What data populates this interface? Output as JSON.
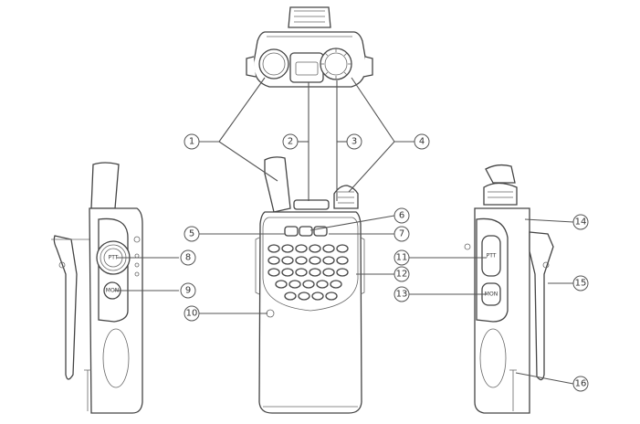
{
  "callouts": [
    {
      "id": "1",
      "label": "1"
    },
    {
      "id": "2",
      "label": "2"
    },
    {
      "id": "3",
      "label": "3"
    },
    {
      "id": "4",
      "label": "4"
    },
    {
      "id": "5",
      "label": "5"
    },
    {
      "id": "6",
      "label": "6"
    },
    {
      "id": "7",
      "label": "7"
    },
    {
      "id": "8",
      "label": "8"
    },
    {
      "id": "9",
      "label": "9"
    },
    {
      "id": "10",
      "label": "10"
    },
    {
      "id": "11",
      "label": "11"
    },
    {
      "id": "12",
      "label": "12"
    },
    {
      "id": "13",
      "label": "13"
    },
    {
      "id": "14",
      "label": "14"
    },
    {
      "id": "15",
      "label": "15"
    },
    {
      "id": "16",
      "label": "16"
    }
  ],
  "side_button_labels": {
    "left_upper": "PTT",
    "left_lower": "MON",
    "right_upper": "PTT",
    "right_lower": "MON"
  }
}
